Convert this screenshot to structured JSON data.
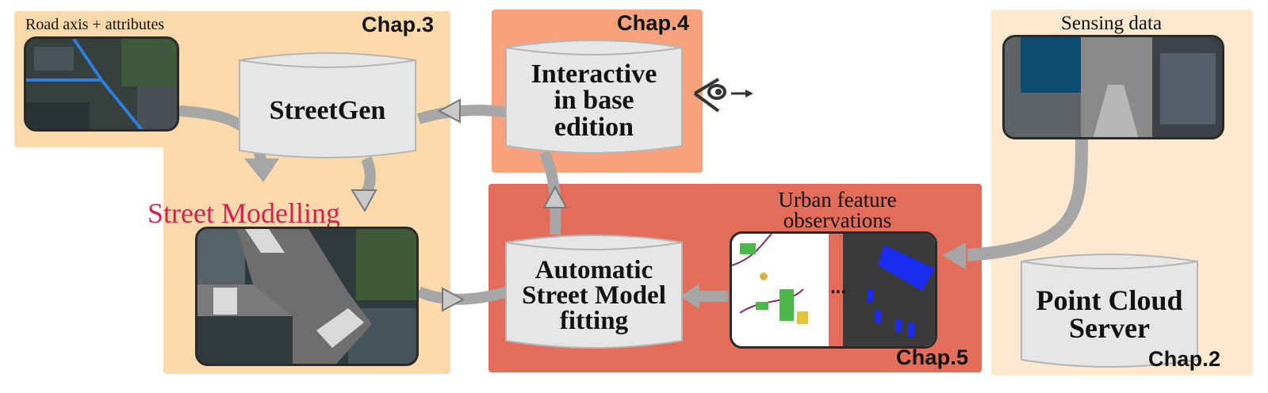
{
  "title": "",
  "chapters": {
    "chap2": "Chap.2",
    "chap3": "Chap.3",
    "chap4": "Chap.4",
    "chap5": "Chap.5"
  },
  "nodes": {
    "streetgen": "StreetGen",
    "interactive": "Interactive\nin base\nedition",
    "automatic": "Automatic\nStreet Model\nfitting",
    "point_cloud": "Point Cloud\nServer"
  },
  "captions": {
    "road_axis": "Road axis + attributes",
    "sensing_data": "Sensing data",
    "urban_features": "Urban feature\nobservations",
    "street_modelling": "Street Modelling",
    "ellipsis": "..."
  },
  "colors": {
    "chap3_bg": "#fcd9ab",
    "chap4_bg": "#f8a27d",
    "chap5_bg": "#e46d5a",
    "chap2_bg": "#fde9cf",
    "cylinder_fill": "#e6e6e6",
    "cylinder_stroke": "#b5b5b5",
    "arrow": "#a6a6a6",
    "street_modelling_text": "#d6204f"
  }
}
